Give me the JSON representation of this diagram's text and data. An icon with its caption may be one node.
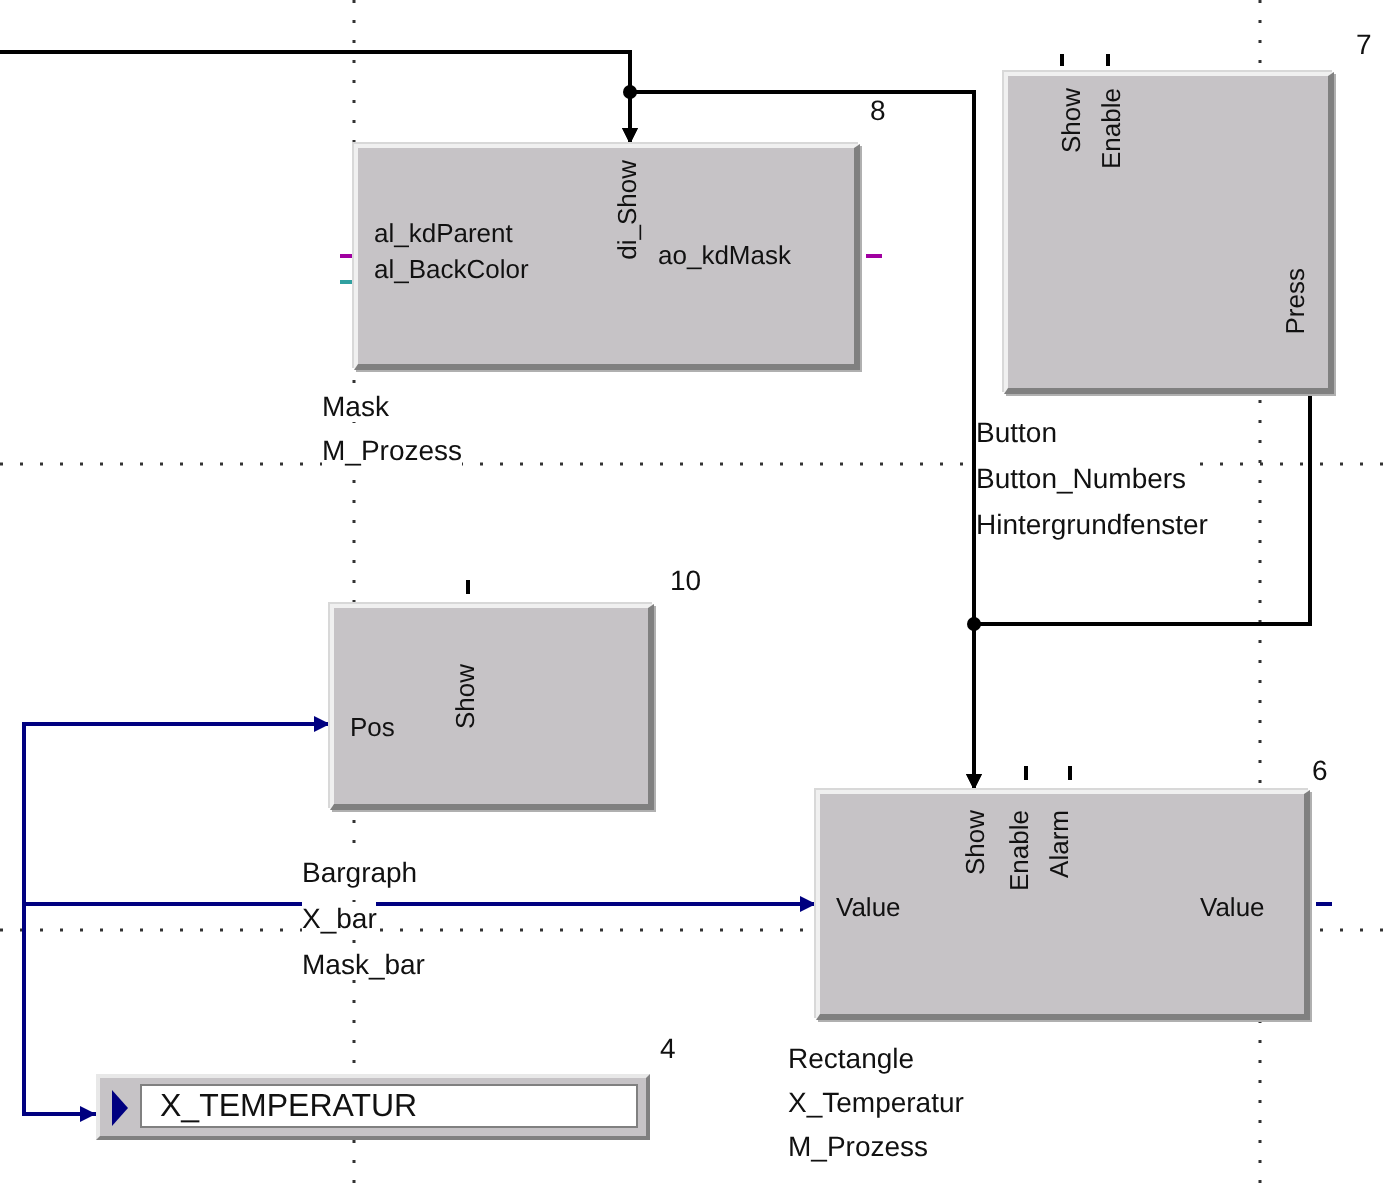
{
  "diagram": {
    "nodes": [
      {
        "text": [
          "al_kdParent",
          "al_BackColor",
          "di_Show",
          "ao_kdMask"
        ],
        "beside": [
          "8",
          "Mask",
          "M_Prozess"
        ]
      },
      {
        "text": [
          "Show",
          "Enable",
          "Press"
        ],
        "beside": [
          "7",
          "Button",
          "Button_Numbers",
          "Hintergrundfenster"
        ]
      },
      {
        "text": [
          "Pos",
          "Show"
        ],
        "beside": [
          "10",
          "Bargraph",
          "X_bar",
          "Mask_bar"
        ]
      },
      {
        "text": [
          "Value",
          "Show",
          "Enable",
          "Alarm",
          "Value"
        ],
        "beside": [
          "6",
          "Rectangle",
          "X_Temperatur",
          "M_Prozess"
        ]
      },
      {
        "text": [
          "X_TEMPERATUR"
        ],
        "beside": [
          "4"
        ]
      }
    ],
    "edges": [
      {
        "from": null,
        "to": 0,
        "arrow": "to"
      },
      {
        "from": 1,
        "to": 0,
        "arrow": "to"
      },
      {
        "from": 1,
        "to": 3,
        "arrow": "to"
      },
      {
        "from": null,
        "to": 3,
        "arrow": "to"
      },
      {
        "from": null,
        "to": 2,
        "arrow": "to",
        "color": "#000080"
      },
      {
        "from": null,
        "to": 3,
        "arrow": "to",
        "color": "#000080"
      },
      {
        "from": null,
        "to": 4,
        "arrow": "to",
        "color": "#000080"
      }
    ]
  }
}
